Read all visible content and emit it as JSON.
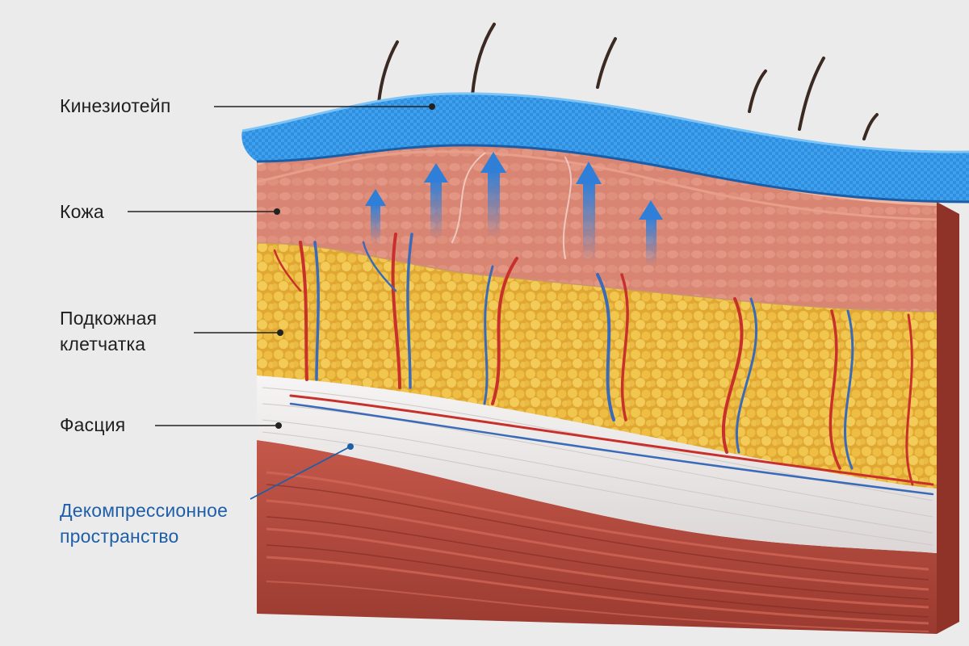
{
  "labels": {
    "tape": "Кинезиотейп",
    "skin": "Кожа",
    "subcutaneous_line1": "Подкожная",
    "subcutaneous_line2": "клетчатка",
    "fascia": "Фасция",
    "decompression_line1": "Декомпрессионное",
    "decompression_line2": "пространство"
  },
  "colors": {
    "background": "#ebebeb",
    "tape": "#2f8ee0",
    "skin": "#d98573",
    "fat": "#e8b73c",
    "fascia": "#eeecec",
    "muscle": "#b8493c",
    "artery": "#c8312b",
    "vein": "#3a6bb8",
    "lift_arrow": "#2f7fd9",
    "label_text": "#1f1f1f",
    "accent_label": "#1f5fa8"
  },
  "icons": [
    "hair-icon",
    "upward-arrow-icon"
  ]
}
